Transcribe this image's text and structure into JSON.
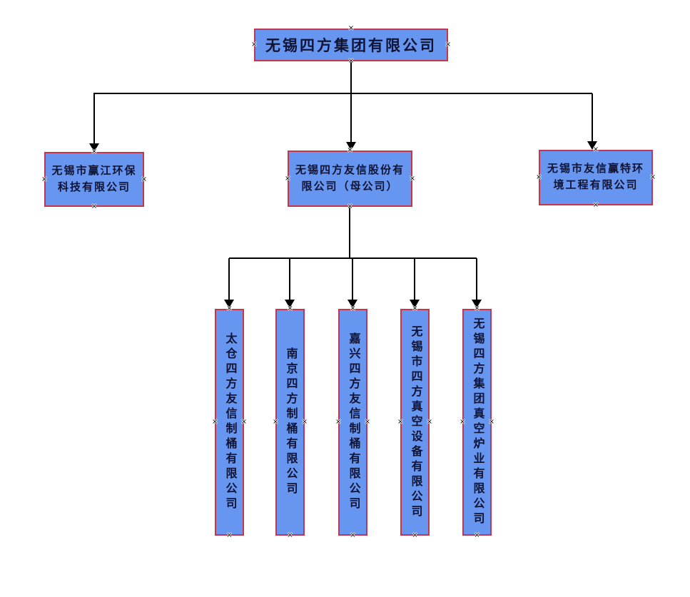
{
  "diagram": {
    "type": "org-chart",
    "handle_glyph": "×",
    "root": {
      "name": "无锡四方集团有限公司"
    },
    "level2": [
      {
        "name": "无锡市赢江环保科技有限公司"
      },
      {
        "name": "无锡四方友信股份有限公司（母公司）"
      },
      {
        "name": "无锡市友信赢特环境工程有限公司"
      }
    ],
    "level3": [
      {
        "name": "太仓四方友信制桶有限公司"
      },
      {
        "name": "南京四方制桶有限公司"
      },
      {
        "name": "嘉兴四方友信制桶有限公司"
      },
      {
        "name": "无锡市四方真空设备有限公司"
      },
      {
        "name": "无锡四方集团真空炉业有限公司"
      }
    ],
    "colors": {
      "box_fill": "#6796F0",
      "box_border": "#C5354B",
      "connector": "#000000",
      "text": "#101333",
      "background": "#FFFFFF"
    }
  }
}
